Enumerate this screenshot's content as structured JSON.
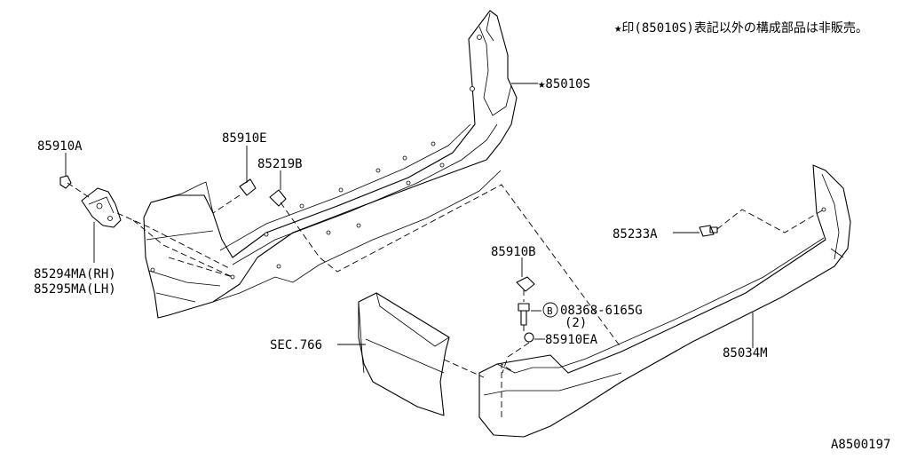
{
  "note": "★印(85010S)表記以外の構成部品は非販売。",
  "diagram_id": "A8500197",
  "labels": {
    "p85010S": "★85010S",
    "p85910A": "85910A",
    "p85910E": "85910E",
    "p85219B": "85219B",
    "p85294MA": "85294MA(RH)",
    "p85295MA": "85295MA(LH)",
    "p85233A": "85233A",
    "p85910B": "85910B",
    "p08368_letter": "B",
    "p08368": "08368-6165G",
    "p08368_qty": "(2)",
    "p85910EA": "85910EA",
    "sec766": "SEC.766",
    "p85034M": "85034M"
  }
}
